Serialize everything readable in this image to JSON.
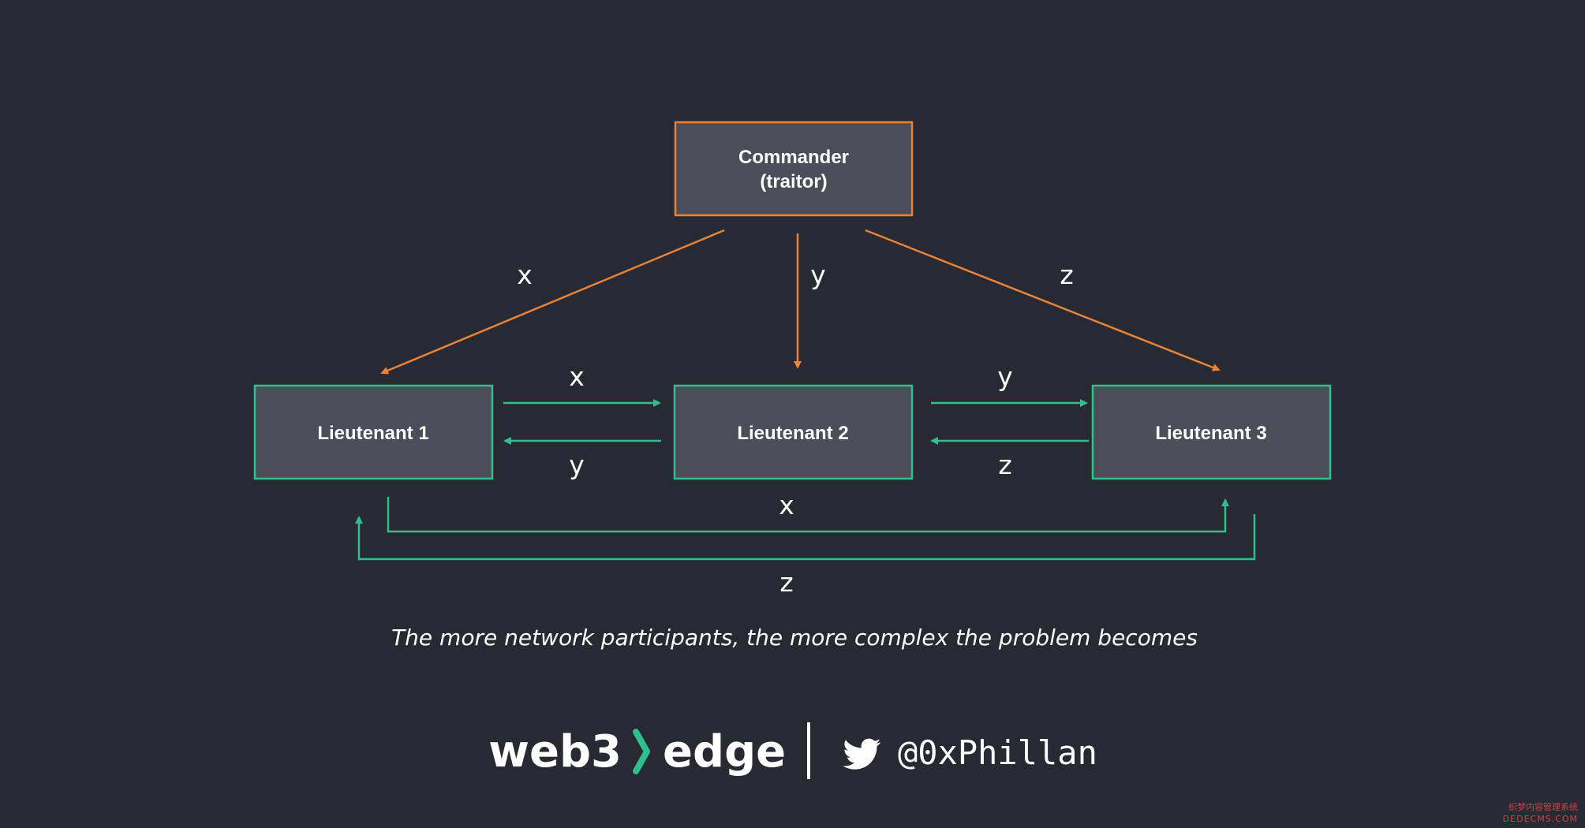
{
  "colors": {
    "background": "#282a33",
    "node_fill": "#4b4e59",
    "commander_border": "#e8833a",
    "lieutenant_border": "#2fbf8f",
    "orange_edge": "#e8833a",
    "green_edge": "#2fbf8f",
    "text": "#ffffff"
  },
  "nodes": {
    "commander": {
      "line1": "Commander",
      "line2": "(traitor)"
    },
    "lieutenant1": {
      "label": "Lieutenant 1"
    },
    "lieutenant2": {
      "label": "Lieutenant 2"
    },
    "lieutenant3": {
      "label": "Lieutenant 3"
    }
  },
  "edges": {
    "cmd_to_l1": "x",
    "cmd_to_l2": "y",
    "cmd_to_l3": "z",
    "l1_to_l2": "x",
    "l2_to_l1": "y",
    "l2_to_l3": "y",
    "l3_to_l2": "z",
    "l1_to_l3": "x",
    "l3_to_l1": "z"
  },
  "caption": "The more network participants, the more complex the problem becomes",
  "footer": {
    "brand_left": "web3",
    "brand_right": "edge",
    "handle": "@0xPhillan",
    "brand_chevron_icon": "chevron-right-icon",
    "social_icon": "bird-icon"
  },
  "watermark": {
    "line1": "织梦内容管理系统",
    "line2": "DEDECMS.COM"
  }
}
